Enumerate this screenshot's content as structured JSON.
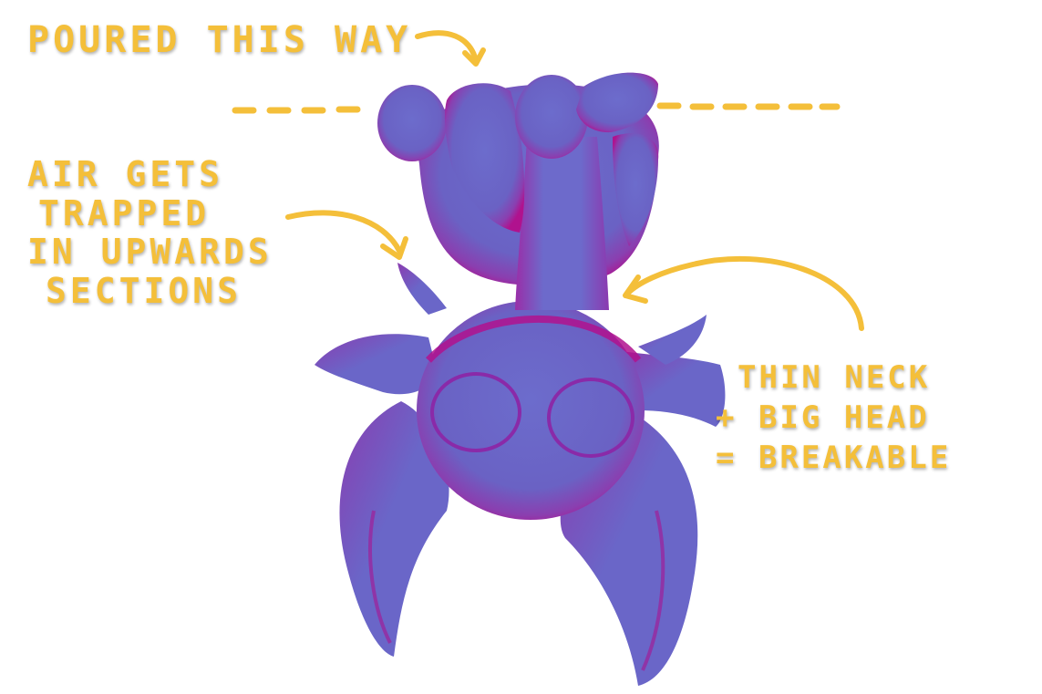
{
  "annotations": {
    "poured": "POURED THIS WAY",
    "air": [
      "AIR GETS",
      "TRAPPED",
      "IN UPWARDS",
      "SECTIONS"
    ],
    "neck": [
      "THIN NECK",
      "+ BIG HEAD",
      "= BREAKABLE"
    ]
  },
  "colors": {
    "ink": "#f4bf3a",
    "body_light": "#6a66c8",
    "body_dark": "#b0128e",
    "background": "#ffffff"
  }
}
